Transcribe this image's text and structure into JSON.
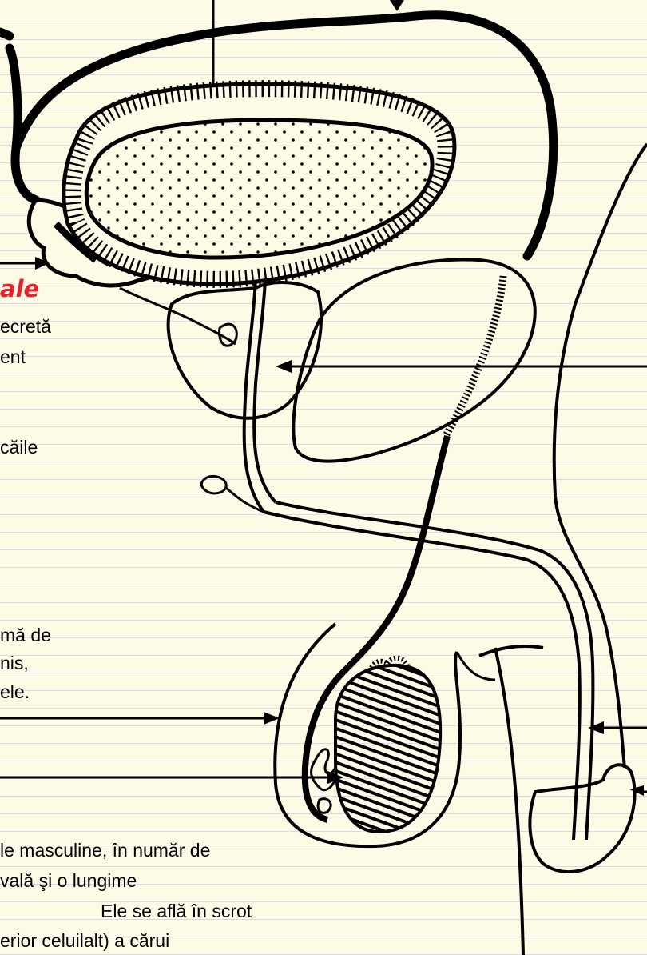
{
  "heading_fragment": "ale",
  "text_fragments": {
    "t1": "ecretă",
    "t2": "ent",
    "t3": "căile",
    "t4": "mă de",
    "t5": "nis,",
    "t6": "ele.",
    "p1": "le masculine, în număr de",
    "p2": "vală şi o lungime",
    "p3": "Ele se află în scrot",
    "p4": "erior celuilalt) a cărui"
  },
  "colors": {
    "background": "#fdfbe6",
    "ruling": "#dcd8ea",
    "heading": "#e8202a",
    "ink": "#000000"
  }
}
